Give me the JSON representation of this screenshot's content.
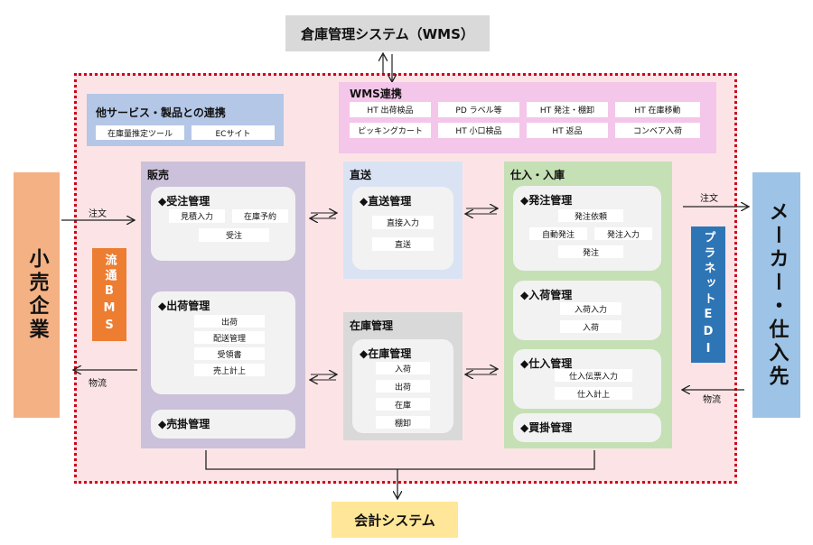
{
  "wms_system": "倉庫管理システム（WMS）",
  "accounting_system": "会計システム",
  "other_services": {
    "title": "他サービス・製品との連携",
    "items": [
      "在庫量推定ツール",
      "ECサイト"
    ]
  },
  "wms_integration": {
    "title": "WMS連携",
    "items": [
      "HT 出荷検品",
      "PD ラベル等",
      "HT 発注・棚卸",
      "HT 在庫移動",
      "ピッキングカート",
      "HT 小口検品",
      "HT 返品",
      "コンベア入荷"
    ]
  },
  "sales": {
    "title": "販売",
    "cards": [
      {
        "title": "◆受注管理",
        "items": [
          "見積入力",
          "在庫予約",
          "受注"
        ]
      },
      {
        "title": "◆出荷管理",
        "items": [
          "出荷",
          "配送管理",
          "受領書",
          "売上計上"
        ]
      },
      {
        "title": "◆売掛管理",
        "items": []
      }
    ]
  },
  "direct_delivery": {
    "title": "直送",
    "card": {
      "title": "◆直送管理",
      "items": [
        "直接入力",
        "直送"
      ]
    }
  },
  "inventory": {
    "title": "在庫管理",
    "card": {
      "title": "◆在庫管理",
      "items": [
        "入荷",
        "出荷",
        "在庫",
        "棚卸"
      ]
    }
  },
  "purchasing": {
    "title": "仕入・入庫",
    "cards": [
      {
        "title": "◆発注管理",
        "items": [
          "発注依頼",
          "自動発注",
          "発注入力",
          "発注"
        ]
      },
      {
        "title": "◆入荷管理",
        "items": [
          "入荷入力",
          "入荷"
        ]
      },
      {
        "title": "◆仕入管理",
        "items": [
          "仕入伝票入力",
          "仕入計上"
        ]
      },
      {
        "title": "◆買掛管理",
        "items": []
      }
    ]
  },
  "retail": "小売企業",
  "maker": "メーカー・仕入先",
  "ryutsu_bms": "流通BMS",
  "planet_edi": "プラネットEDI",
  "flows": {
    "left_order": "注文",
    "left_logistics": "物流",
    "right_order": "注文",
    "right_logistics": "物流"
  }
}
